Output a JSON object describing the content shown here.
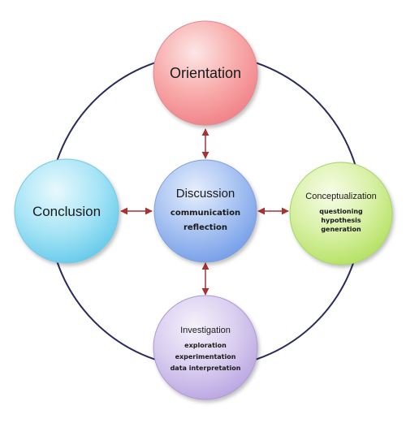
{
  "colors": {
    "ring": "#2b2a5c",
    "arrow": "#a83232",
    "orientation": "#f58a8e",
    "conclusion": "#6fd0ee",
    "discussion": "#7da6ec",
    "conceptualization": "#bde56a",
    "investigation": "#c4b2e4"
  },
  "nodes": {
    "orientation": {
      "title": "Orientation"
    },
    "conclusion": {
      "title": "Conclusion"
    },
    "discussion": {
      "title": "Discussion",
      "sub1": "communication",
      "sub2": "reflection"
    },
    "conceptualization": {
      "title": "Conceptualization",
      "sub1": "questioning",
      "sub2": "hypothesis",
      "sub3": "generation"
    },
    "investigation": {
      "title": "Investigation",
      "sub1": "exploration",
      "sub2": "experimentation",
      "sub3": "data interpretation"
    }
  }
}
